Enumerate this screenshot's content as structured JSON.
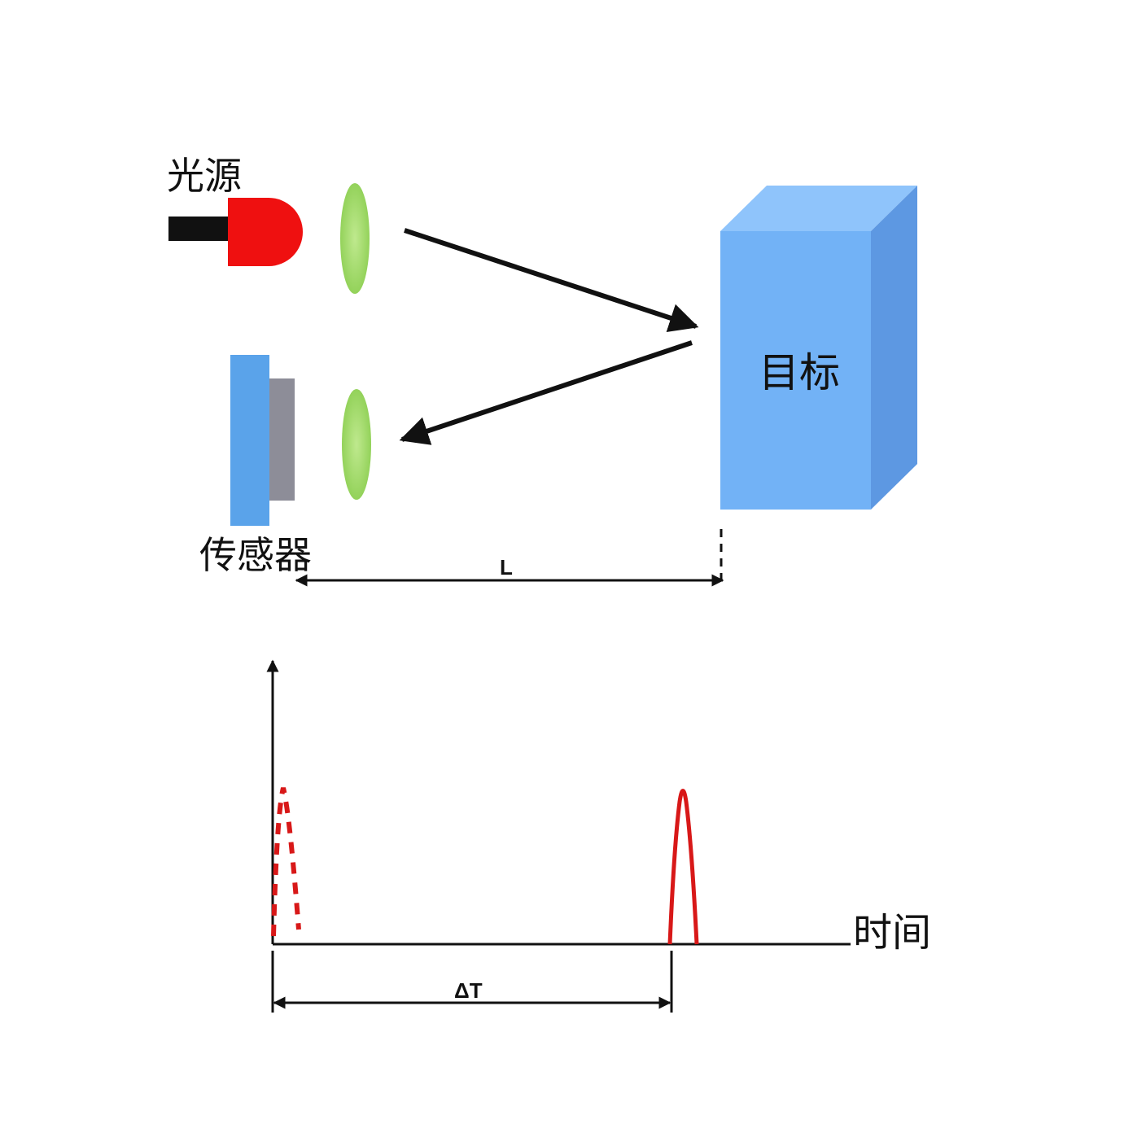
{
  "labels": {
    "light_source": "光源",
    "target": "目标",
    "sensor": "传感器",
    "distance": "L",
    "time_axis": "时间",
    "delta_t": "ΔT"
  },
  "colors": {
    "led_body": "#ef1010",
    "led_lead": "#111111",
    "lens": "#a6dc6c",
    "target_front": "#72b2f6",
    "target_side": "#5d98e2",
    "target_top": "#8fc4fb",
    "sensor_board": "#5aa3ea",
    "sensor_chip": "#8d8d98",
    "pulse": "#d81818",
    "ink": "#111111"
  }
}
